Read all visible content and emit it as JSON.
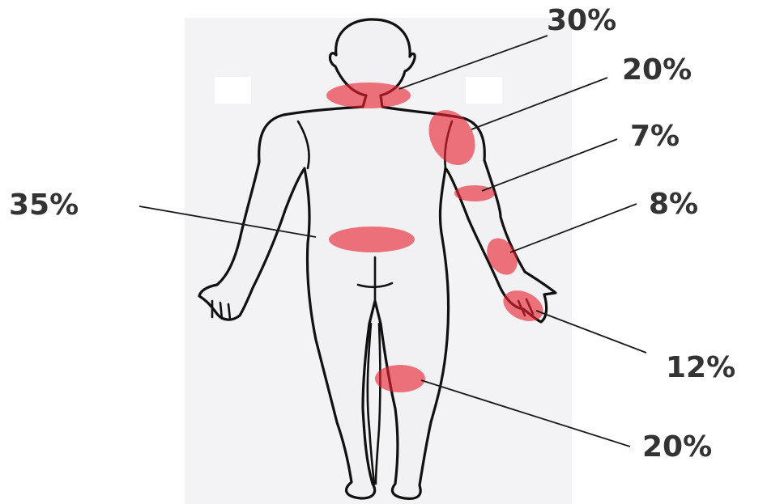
{
  "figure": {
    "regions": [
      {
        "id": "neck",
        "label": "30%"
      },
      {
        "id": "shoulder",
        "label": "20%"
      },
      {
        "id": "elbow",
        "label": "7%"
      },
      {
        "id": "forearm",
        "label": "8%"
      },
      {
        "id": "hand",
        "label": "12%"
      },
      {
        "id": "knee",
        "label": "20%"
      },
      {
        "id": "lower-back",
        "label": "35%"
      }
    ],
    "colors": {
      "highlight": "#e8202f",
      "outline": "#111111",
      "label": "#333333",
      "background": "#f1f1f3"
    }
  }
}
